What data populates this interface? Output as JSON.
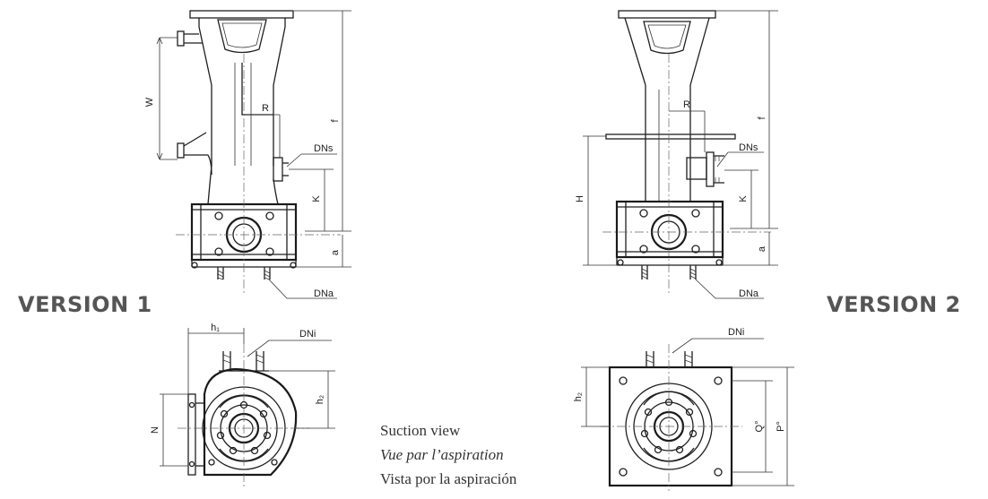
{
  "versions": {
    "left": "VERSION 1",
    "right": "VERSION 2"
  },
  "caption": {
    "en": "Suction view",
    "fr": "Vue par l’aspiration",
    "es": "Vista por la aspiración"
  },
  "version1": {
    "labels": {
      "w": "W",
      "r": "R",
      "f": "f",
      "dns": "DNs",
      "k": "K",
      "a": "a",
      "dna": "DNa",
      "h1": "h₁",
      "dni": "DNi",
      "h2": "h₂",
      "n": "N"
    }
  },
  "version2": {
    "labels": {
      "r": "R",
      "f": "f",
      "dns": "DNs",
      "h": "H",
      "k": "K",
      "a": "a",
      "dna": "DNa",
      "dni": "DNi",
      "h2": "h₂",
      "q": "Q°",
      "p": "P°"
    }
  }
}
